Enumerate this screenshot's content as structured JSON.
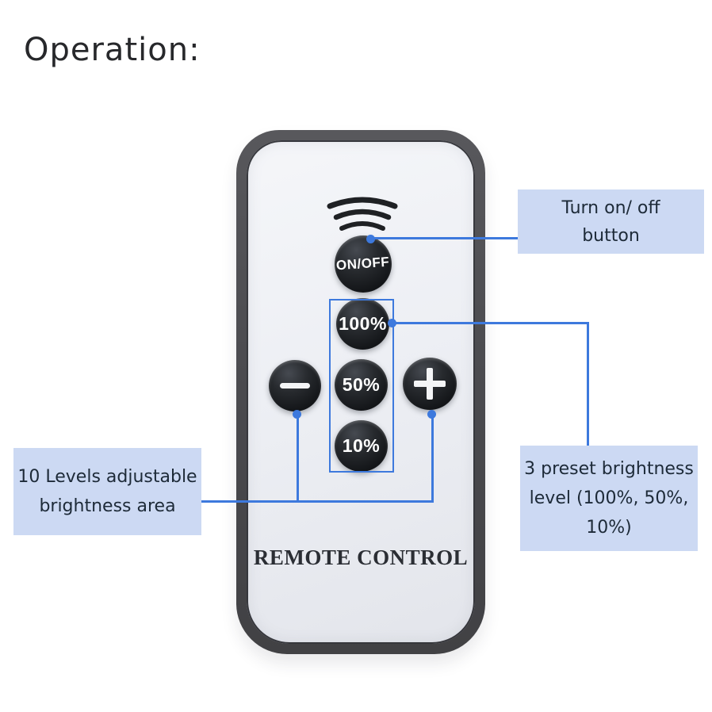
{
  "page": {
    "title": "Operation:"
  },
  "remote": {
    "brand_label": "REMOTE CONTROL",
    "ir_icon": "ir-signal-arcs",
    "buttons": {
      "power": {
        "label": "ON/OFF"
      },
      "preset_100": {
        "label": "100%"
      },
      "preset_50": {
        "label": "50%"
      },
      "preset_10": {
        "label": "10%"
      },
      "dim_minus": {
        "icon": "minus-icon"
      },
      "dim_plus": {
        "icon": "plus-icon"
      }
    }
  },
  "annotations": {
    "power": {
      "line1": "Turn on/ off",
      "line2": "button"
    },
    "preset": {
      "line1": "3 preset brightness",
      "line2": "level (100%, 50%,",
      "line3": "10%)"
    },
    "dimming": {
      "line1": "10 Levels adjustable",
      "line2": "brightness area"
    }
  },
  "colors": {
    "connector_blue": "#3d79dd",
    "annotation_bg": "#ccd9f3",
    "annotation_text": "#1d2a38",
    "remote_frame": "#4a4a4e",
    "remote_face": "#edeff4",
    "button_black": "#17191c",
    "button_text": "#ffffff",
    "title_text": "#27282b",
    "page_bg": "#ffffff"
  }
}
